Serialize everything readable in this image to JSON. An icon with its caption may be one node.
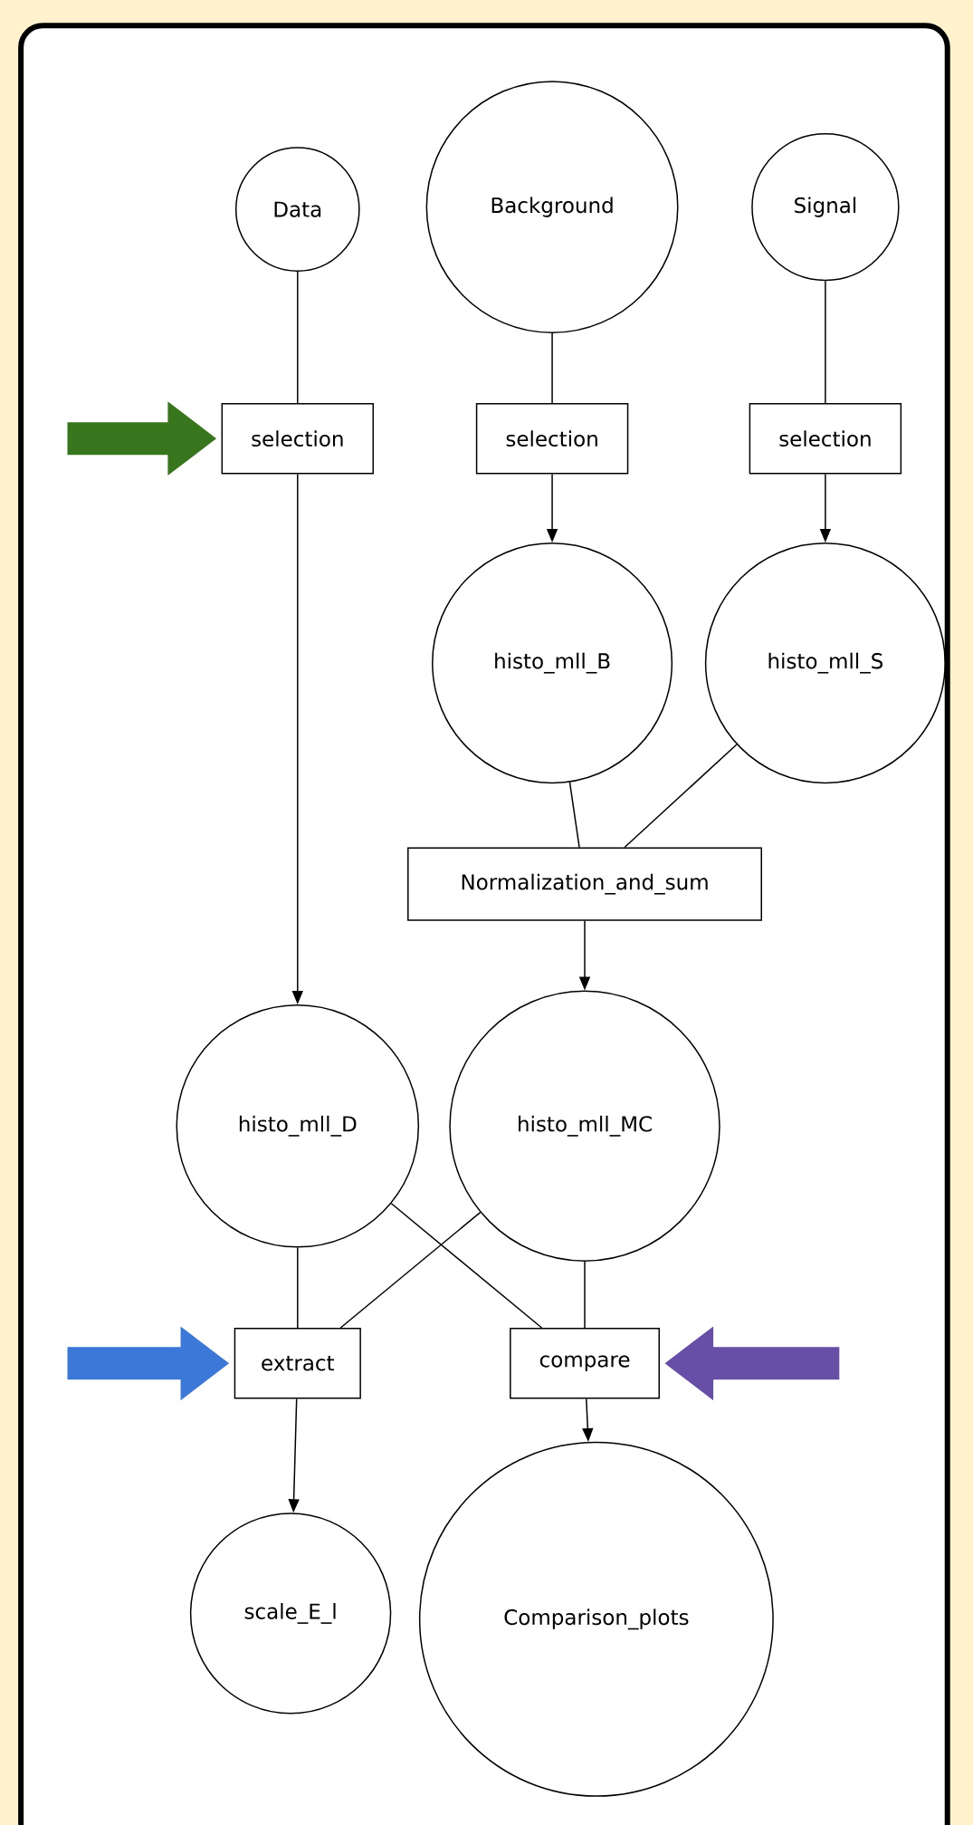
{
  "diagram": {
    "nodes": [
      {
        "text": [
          "Data"
        ]
      },
      {
        "text": [
          "Background"
        ]
      },
      {
        "text": [
          "Signal"
        ]
      },
      {
        "text": [
          "selection"
        ]
      },
      {
        "text": [
          "selection"
        ]
      },
      {
        "text": [
          "selection"
        ]
      },
      {
        "text": [
          "histo_mll_B"
        ]
      },
      {
        "text": [
          "histo_mll_S"
        ]
      },
      {
        "text": [
          "Normalization_and_sum"
        ]
      },
      {
        "text": [
          "histo_mll_D"
        ]
      },
      {
        "text": [
          "histo_mll_MC"
        ]
      },
      {
        "text": [
          "extract"
        ]
      },
      {
        "text": [
          "compare"
        ]
      },
      {
        "text": [
          "scale_E_l"
        ]
      },
      {
        "text": [
          "Comparison_plots"
        ]
      }
    ],
    "edges": [
      {
        "from": 0,
        "to": 3,
        "arrow": "none"
      },
      {
        "from": 1,
        "to": 4,
        "arrow": "none"
      },
      {
        "from": 2,
        "to": 5,
        "arrow": "none"
      },
      {
        "from": 3,
        "to": 9,
        "arrow": "to"
      },
      {
        "from": 4,
        "to": 6,
        "arrow": "to"
      },
      {
        "from": 5,
        "to": 7,
        "arrow": "to"
      },
      {
        "from": 6,
        "to": 8,
        "arrow": "none"
      },
      {
        "from": 7,
        "to": 8,
        "arrow": "none"
      },
      {
        "from": 8,
        "to": 10,
        "arrow": "to"
      },
      {
        "from": 9,
        "to": 11,
        "arrow": "none"
      },
      {
        "from": 10,
        "to": 11,
        "arrow": "none"
      },
      {
        "from": 9,
        "to": 12,
        "arrow": "none"
      },
      {
        "from": 10,
        "to": 12,
        "arrow": "none"
      },
      {
        "from": 11,
        "to": 13,
        "arrow": "to"
      },
      {
        "from": 12,
        "to": 14,
        "arrow": "to"
      },
      {
        "from": null,
        "to": 3,
        "arrow": "to",
        "style": "thick",
        "color": "#38761d"
      },
      {
        "from": null,
        "to": 11,
        "arrow": "to",
        "style": "thick",
        "color": "#3c78d8"
      },
      {
        "from": null,
        "to": 12,
        "arrow": "to",
        "style": "thick",
        "color": "#674ea7"
      }
    ]
  }
}
